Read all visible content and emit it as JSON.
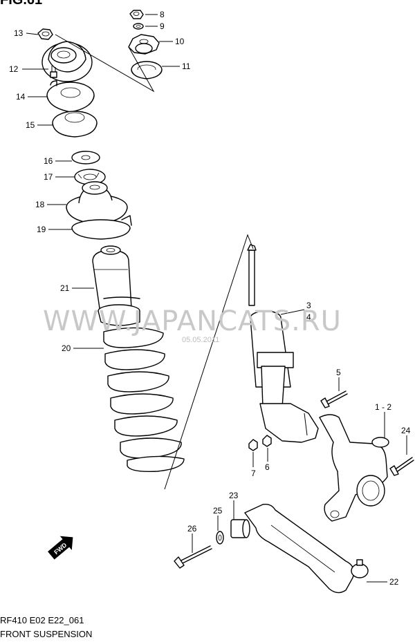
{
  "figure_title": "FIG.61",
  "watermark": {
    "text": "WWW.JAPANCATS.RU",
    "date": "05.05.2011"
  },
  "direction_badge": "FWD",
  "caption": {
    "model_code": "RF410 E02 E22_061",
    "title": "FRONT SUSPENSION"
  },
  "labels": {
    "p1_2": "1 - 2",
    "p3": "3",
    "p4": "4",
    "p5": "5",
    "p6": "6",
    "p7": "7",
    "p8": "8",
    "p9": "9",
    "p10": "10",
    "p11": "11",
    "p12": "12",
    "p13": "13",
    "p14": "14",
    "p15": "15",
    "p16": "16",
    "p17": "17",
    "p18": "18",
    "p19": "19",
    "p20": "20",
    "p21": "21",
    "p22": "22",
    "p23": "23",
    "p24": "24",
    "p25": "25",
    "p26": "26"
  }
}
